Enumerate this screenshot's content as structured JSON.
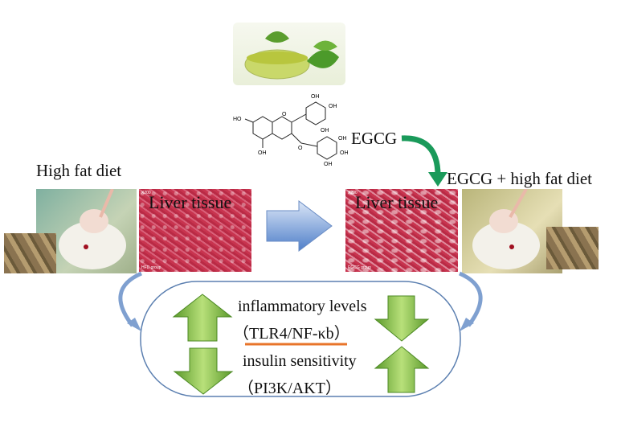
{
  "labels": {
    "high_fat_diet": "High fat diet",
    "egcg": "EGCG",
    "egcg_high_fat_diet": "EGCG + high fat diet"
  },
  "liver_left": {
    "title": "Liver tissue",
    "magnification": "X200",
    "group": "HFD group"
  },
  "liver_right": {
    "title": "Liver tissue",
    "magnification": "X200",
    "group": "EGCG group"
  },
  "molecule": {
    "oh_labels": [
      "OH",
      "OH",
      "OH",
      "HO",
      "OH",
      "O",
      "O",
      "OH",
      "OH",
      "OH"
    ]
  },
  "summary": {
    "inflammatory": "inflammatory levels",
    "inflammatory_pathway": "（TLR4/NF-κb）",
    "insulin": "insulin sensitivity",
    "insulin_pathway": "（PI3K/AKT）"
  },
  "colors": {
    "arrow_green": "#6fae3a",
    "box_border": "#5b7fb0",
    "divider": "#e8742a",
    "transition_arrow": "#4f7fc9",
    "curve_arrow": "#1a9a5a"
  }
}
